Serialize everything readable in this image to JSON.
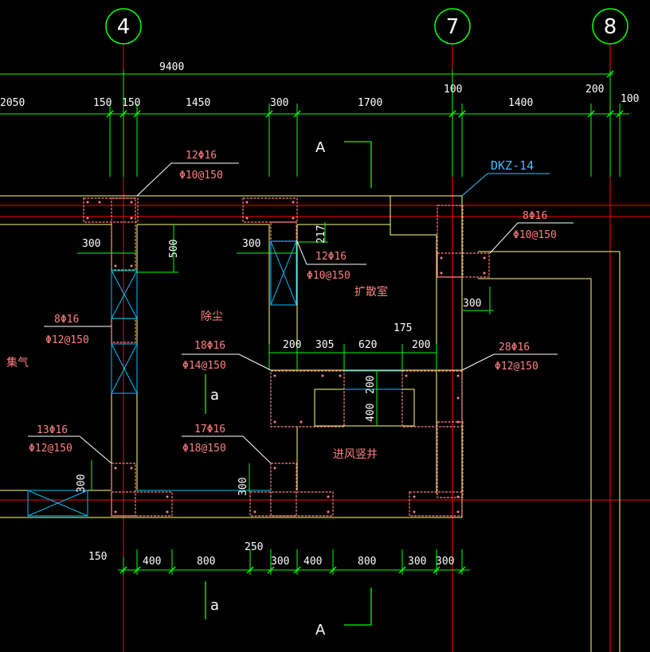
{
  "axes": [
    {
      "id": "4",
      "label": "4"
    },
    {
      "id": "7",
      "label": "7"
    },
    {
      "id": "8",
      "label": "8"
    }
  ],
  "dimensions": {
    "overall": "9400",
    "top_row": [
      "2050",
      "150",
      "150",
      "1450",
      "300",
      "1700",
      "100",
      "1400",
      "200",
      "100"
    ],
    "bottom_row": [
      "150",
      "400",
      "800",
      "250",
      "300",
      "400",
      "800",
      "300",
      "300"
    ],
    "local": [
      "300",
      "500",
      "300",
      "217",
      "300",
      "200",
      "305",
      "620",
      "175",
      "200",
      "200",
      "400",
      "300",
      "300"
    ]
  },
  "rebar_notes": [
    {
      "main": "12Φ16",
      "stirrup": "Φ10@150"
    },
    {
      "main": "8Φ16",
      "stirrup": "Φ10@150"
    },
    {
      "main": "12Φ16",
      "stirrup": "Φ10@150"
    },
    {
      "main": "8Φ16",
      "stirrup": "Φ12@150"
    },
    {
      "main": "18Φ16",
      "stirrup": "Φ14@150"
    },
    {
      "main": "28Φ16",
      "stirrup": "Φ12@150"
    },
    {
      "main": "13Φ16",
      "stirrup": "Φ12@150"
    },
    {
      "main": "17Φ16",
      "stirrup": "Φ18@150"
    }
  ],
  "rooms": [
    "扩散室",
    "除尘",
    "集气",
    "进风竖井"
  ],
  "callout": "DKZ-14",
  "section_marks": [
    "A",
    "A",
    "a",
    "a"
  ],
  "colors": {
    "background": "#000000",
    "dimension": "#00ff00",
    "text": "#ffffff",
    "rebar_text": "#ff8080",
    "wall": "#ffff80",
    "axis_red": "#ff0000",
    "cyan": "#00bfff"
  }
}
